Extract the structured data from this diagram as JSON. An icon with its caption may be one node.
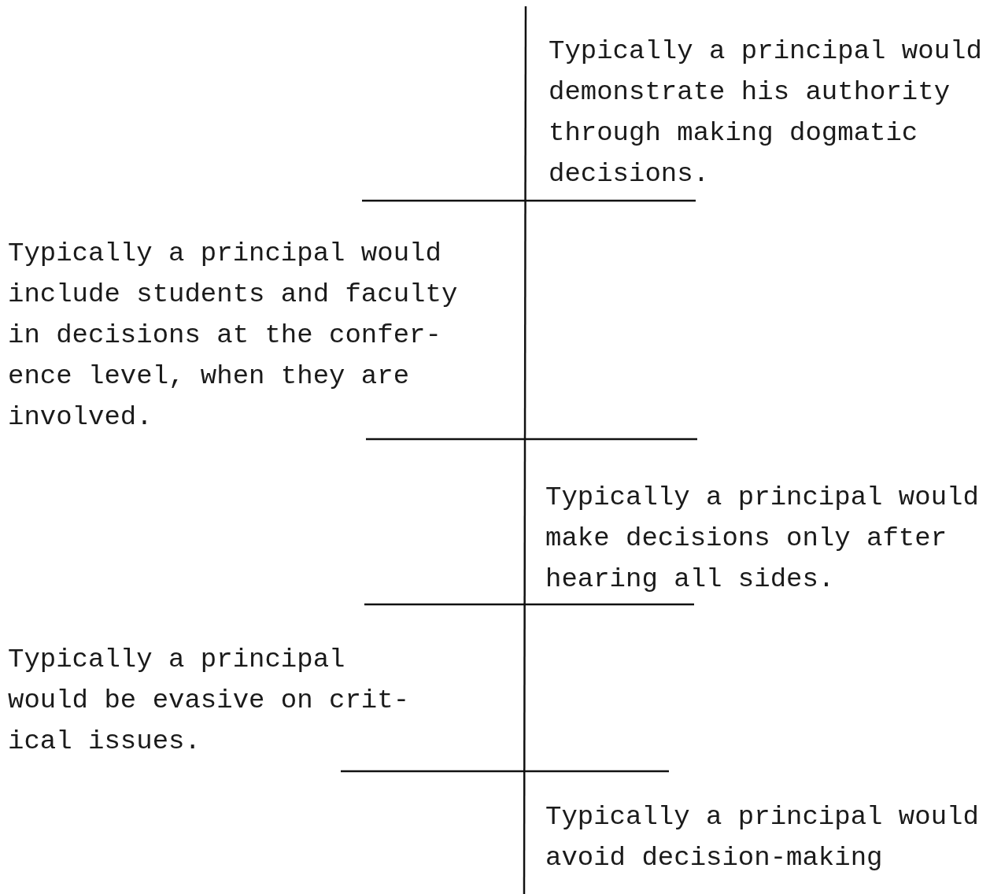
{
  "diagram": {
    "labels": [
      "Typically a principal would demonstrate his authority through making dogmatic decisions.",
      "Typically a principal would include students and faculty in decisions at the confer- ence level, when they are involved.",
      "Typically a principal would make decisions only after hearing all sides.",
      "Typically a principal would be evasive on crit- ical issues.",
      "Typically a principal would avoid decision-making"
    ]
  }
}
